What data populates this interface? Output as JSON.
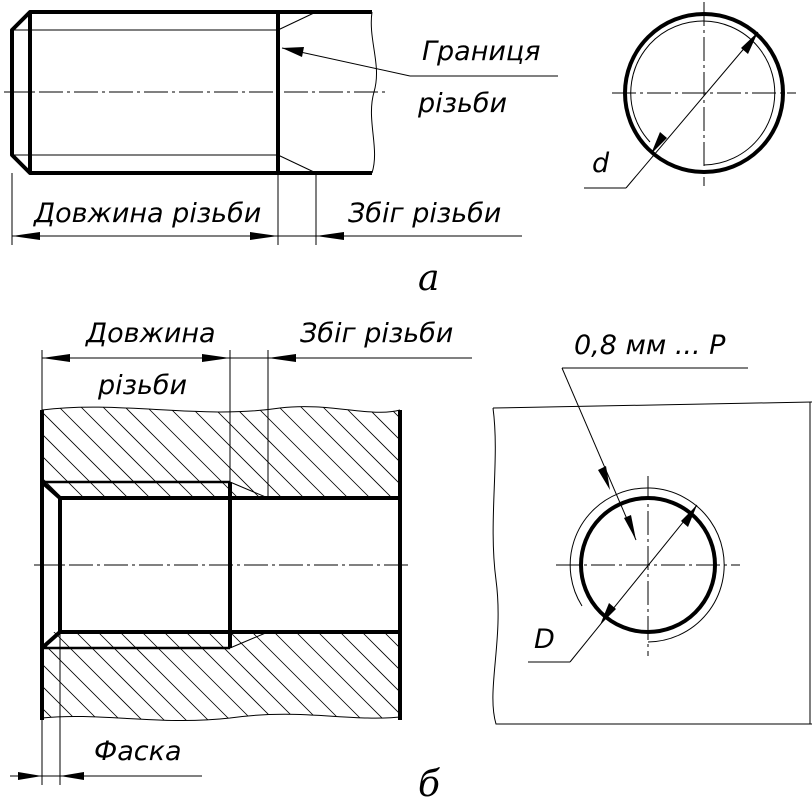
{
  "figure_a": {
    "boundary_label_line1": "Границя",
    "boundary_label_line2": "різьби",
    "thread_length_label": "Довжина різьби",
    "runout_label": "Збіг різьби",
    "diameter_label": "d",
    "caption": "а"
  },
  "figure_b": {
    "thread_length_label_line1": "Довжина",
    "thread_length_label_line2": "різьби",
    "runout_label": "Збіг різьби",
    "offset_label": "0,8 мм ... P",
    "diameter_label": "D",
    "chamfer_label": "Фаска",
    "caption": "б"
  }
}
